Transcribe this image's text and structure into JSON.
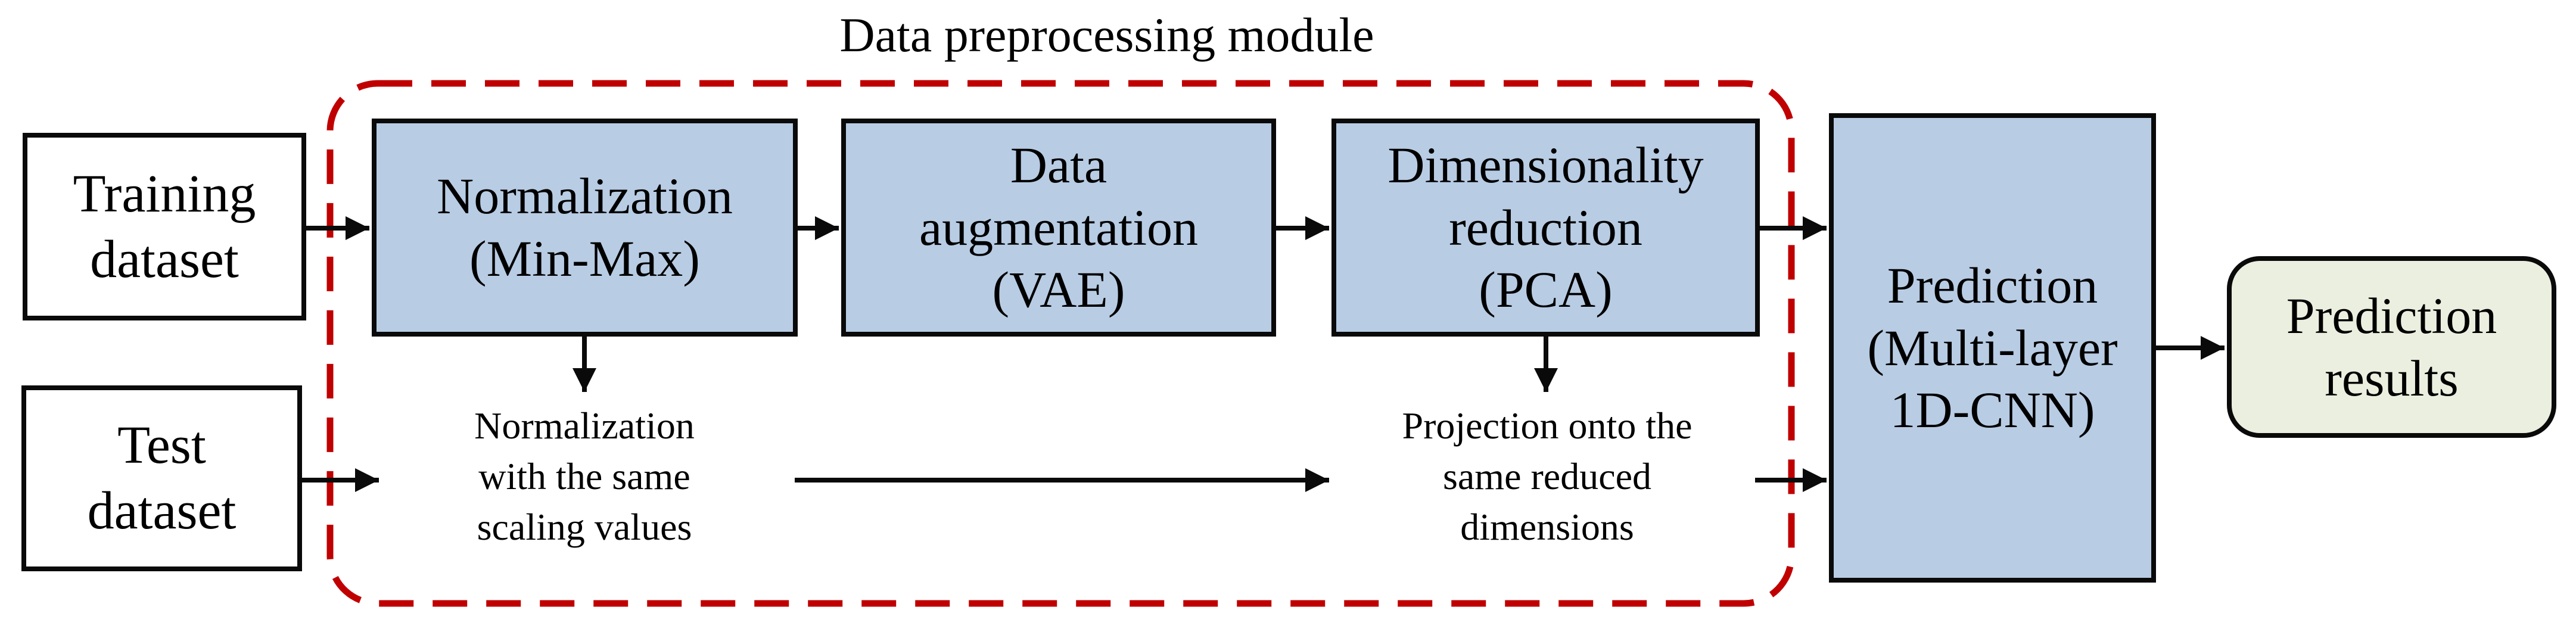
{
  "title": "Data preprocessing module",
  "colors": {
    "process_fill": "#b8cce4",
    "result_fill": "#ebefdf",
    "dashed_module_border": "#c00000",
    "box_border": "#0a0a0a",
    "arrow": "#0a0a0a"
  },
  "nodes": {
    "training": {
      "label": "Training\ndataset"
    },
    "test": {
      "label": "Test\ndataset"
    },
    "normalization": {
      "label": "Normalization\n(Min-Max)"
    },
    "augmentation": {
      "label": "Data\naugmentation\n(VAE)"
    },
    "dimensionality": {
      "label": "Dimensionality\nreduction\n(PCA)"
    },
    "prediction": {
      "label": "Prediction\n(Multi-layer\n1D-CNN)"
    },
    "results": {
      "label": "Prediction\nresults"
    }
  },
  "annotations": {
    "normalization_note": "Normalization\nwith the same\nscaling values",
    "projection_note": "Projection onto the\nsame reduced\ndimensions"
  }
}
